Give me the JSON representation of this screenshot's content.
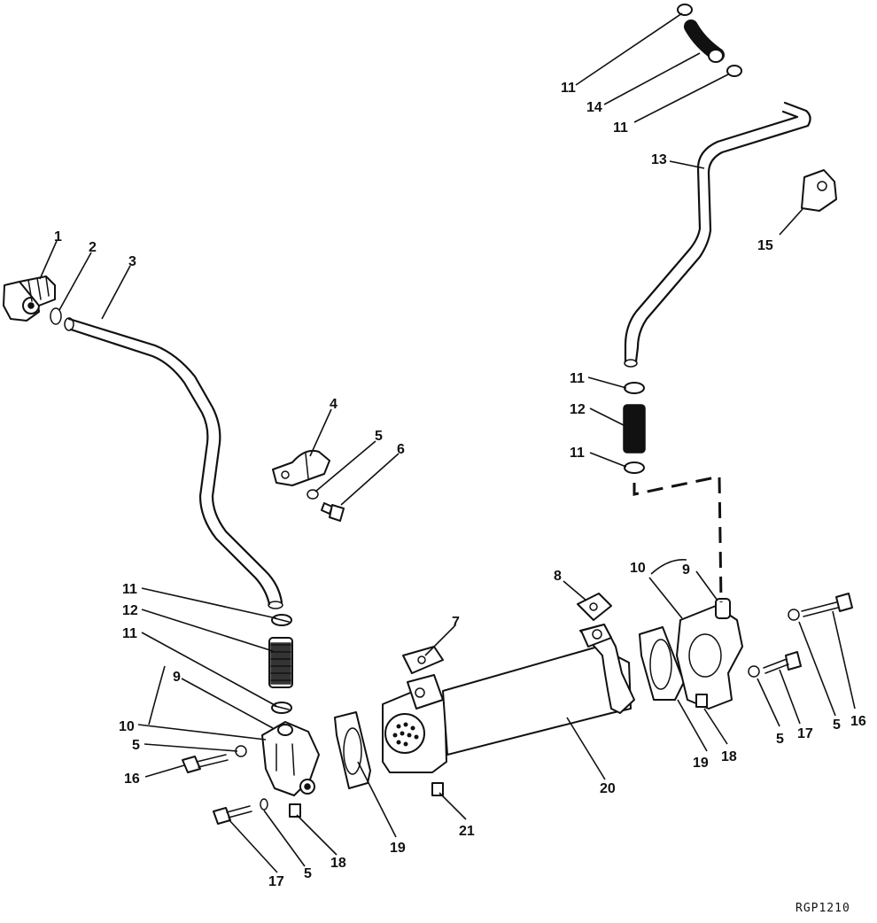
{
  "diagram": {
    "reference_code": "RGP1210",
    "callouts": {
      "c1": "1",
      "c2": "2",
      "c3": "3",
      "c4": "4",
      "c5a": "5",
      "c5b": "5",
      "c5c": "5",
      "c5d": "5",
      "c5e": "5",
      "c6": "6",
      "c7": "7",
      "c8": "8",
      "c9a": "9",
      "c9b": "9",
      "c10a": "10",
      "c10b": "10",
      "c11a": "11",
      "c11b": "11",
      "c11c": "11",
      "c11d": "11",
      "c11e": "11",
      "c11f": "11",
      "c12a": "12",
      "c12b": "12",
      "c13": "13",
      "c14": "14",
      "c15": "15",
      "c16a": "16",
      "c16b": "16",
      "c17a": "17",
      "c17b": "17",
      "c18a": "18",
      "c18b": "18",
      "c19a": "19",
      "c19b": "19",
      "c20": "20",
      "c21": "21"
    }
  }
}
